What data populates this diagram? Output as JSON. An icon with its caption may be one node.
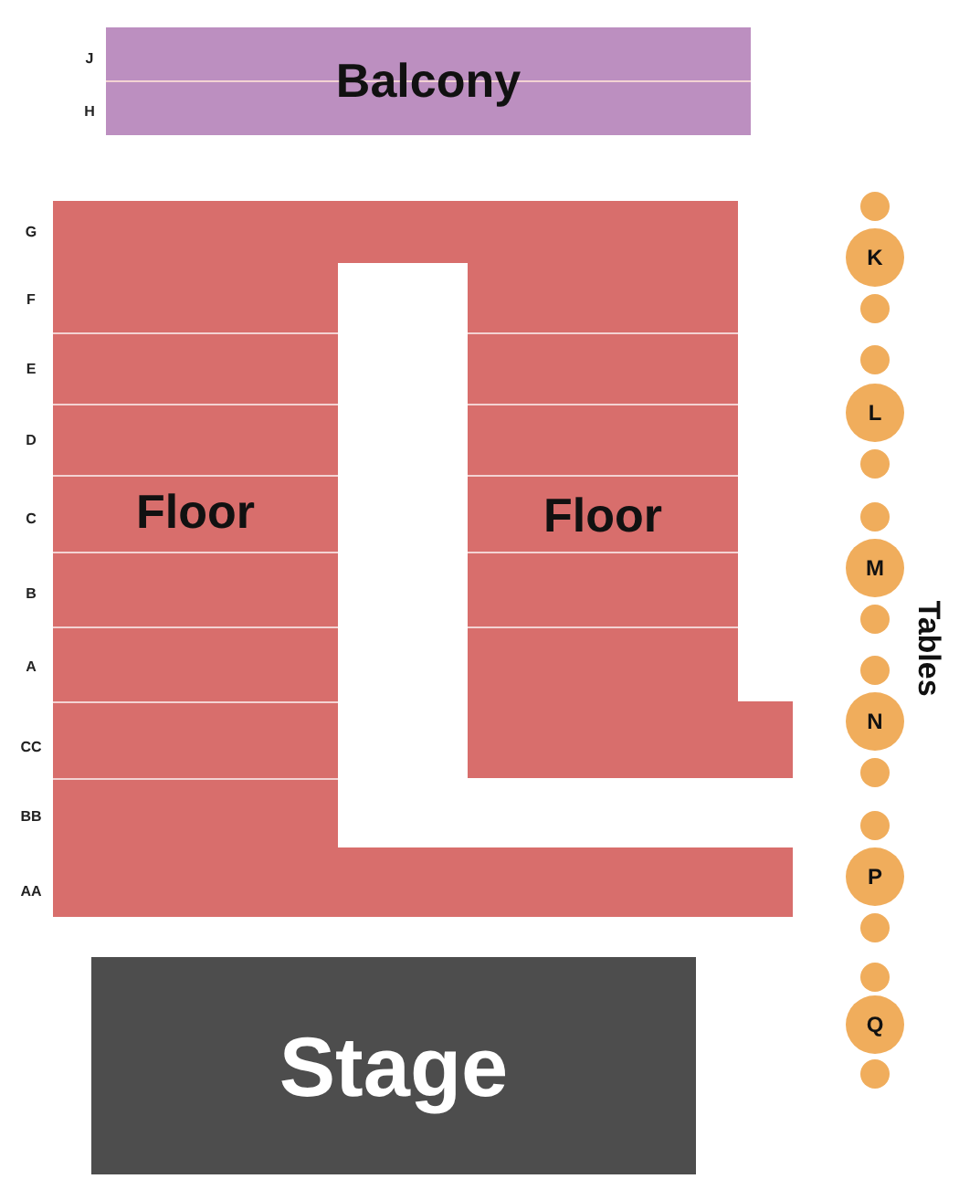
{
  "diagram": {
    "nodes": [
      {
        "text": [
          "Balcony"
        ]
      },
      {
        "text": [
          "Floor"
        ]
      },
      {
        "text": [
          "Floor"
        ]
      },
      {
        "text": [],
        "shape": "circle"
      },
      {
        "text": [
          "K"
        ]
      },
      {
        "text": [],
        "shape": "circle"
      },
      {
        "text": [],
        "shape": "circle"
      },
      {
        "text": [
          "L"
        ]
      },
      {
        "text": [],
        "shape": "circle"
      },
      {
        "text": [],
        "shape": "circle"
      },
      {
        "text": [
          "M"
        ]
      },
      {
        "text": [],
        "shape": "circle"
      },
      {
        "text": [],
        "shape": "circle"
      },
      {
        "text": [
          "N"
        ]
      },
      {
        "text": [],
        "shape": "circle"
      },
      {
        "text": [],
        "shape": "circle"
      },
      {
        "text": [
          "P"
        ]
      },
      {
        "text": [],
        "shape": "circle"
      },
      {
        "text": [],
        "shape": "circle"
      },
      {
        "text": [
          "Q"
        ]
      },
      {
        "text": [],
        "shape": "circle"
      },
      {
        "text": [
          "Stage"
        ]
      }
    ],
    "labels": [
      "J",
      "H",
      "G",
      "F",
      "E",
      "D",
      "C",
      "B",
      "A",
      "CC",
      "BB",
      "AA",
      "Tables"
    ]
  }
}
